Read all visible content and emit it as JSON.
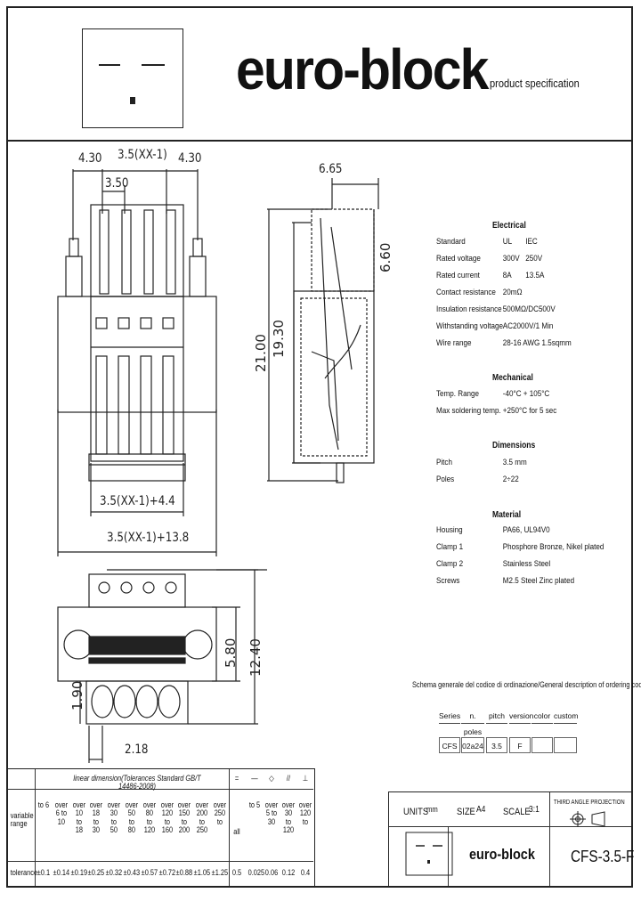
{
  "header": {
    "brand": "euro-block",
    "subtitle": "product specification"
  },
  "dimensions": {
    "top_left": "4.30",
    "top_mid": "3.5(XX-1)",
    "top_right": "4.30",
    "pitch": "3.50",
    "bottom_1": "3.5(XX-1)+4.4",
    "bottom_2": "3.5(XX-1)+13.8",
    "side_width": "6.65",
    "side_height_small": "6.60",
    "side_height_1": "21.00",
    "side_height_2": "19.30",
    "bottom_view_h1": "5.80",
    "bottom_view_h2": "12.40",
    "bottom_view_side": "1.90",
    "bottom_view_pitch": "2.18"
  },
  "specs": {
    "electrical": {
      "title": "Electrical",
      "rows": [
        {
          "label": "Standard",
          "v1": "UL",
          "v2": "IEC"
        },
        {
          "label": "Rated voltage",
          "v1": "300V",
          "v2": "250V"
        },
        {
          "label": "Rated current",
          "v1": "8A",
          "v2": "13.5A"
        },
        {
          "label": "Contact resistance",
          "v1": "20mΩ",
          "v2": ""
        },
        {
          "label": "Insulation resistance",
          "v1": "500MΩ/DC500V",
          "v2": ""
        },
        {
          "label": "Withstanding voltage",
          "v1": "AC2000V/1 Min",
          "v2": ""
        },
        {
          "label": "Wire range",
          "v1": "28-16 AWG 1.5sqmm",
          "v2": ""
        }
      ]
    },
    "mechanical": {
      "title": "Mechanical",
      "rows": [
        {
          "label": "Temp. Range",
          "v1": "-40°C + 105°C"
        },
        {
          "label": "Max soldering temp.",
          "v1": "+250°C for 5 sec"
        }
      ]
    },
    "dimensions": {
      "title": "Dimensions",
      "rows": [
        {
          "label": "Pitch",
          "v1": "3.5 mm"
        },
        {
          "label": "Poles",
          "v1": "2÷22"
        }
      ]
    },
    "material": {
      "title": "Material",
      "rows": [
        {
          "label": "Housing",
          "v1": "PA66, UL94V0"
        },
        {
          "label": "Clamp 1",
          "v1": "Phosphore Bronze, Nikel plated"
        },
        {
          "label": "Clamp 2",
          "v1": "Stainless Steel"
        },
        {
          "label": "Screws",
          "v1": "M2.5 Steel Zinc plated"
        }
      ]
    }
  },
  "ordering": {
    "title": "Schema generale del codice di ordinazione/General description of ordering code",
    "headers": [
      "Series",
      "n. poles",
      "pitch",
      "version",
      "color",
      "custom"
    ],
    "values": [
      "CFS",
      "02a24",
      "3.5",
      "F",
      "",
      ""
    ]
  },
  "tolerance": {
    "title": "linear dimension(Tolerances Standard GB/T 14486-2008)",
    "row_variable": "variable range",
    "row_tolerance": "tolerance",
    "ranges": [
      "to 6",
      "over 6 to 10",
      "over 10 to 18",
      "over 18 to 30",
      "over 30 to 50",
      "over 50 to 80",
      "over 80 to 120",
      "over 120 to 160",
      "over 150 to 200",
      "over 200 to 250",
      "over 250 to"
    ],
    "values": [
      "±0.1",
      "±0.14",
      "±0.19",
      "±0.25",
      "±0.32",
      "±0.43",
      "±0.57",
      "±0.72",
      "±0.88",
      "±1.05",
      "±1.25"
    ],
    "symbols": [
      "=",
      "—",
      "◇",
      "//",
      "⊥"
    ],
    "all_label": "all",
    "geo_ranges": [
      "to 5",
      "over 5 to 30",
      "over 30 to 120",
      "over 120 to"
    ],
    "geo_values": [
      "0.5",
      "0.025",
      "0.06",
      "0.12",
      "0.4"
    ]
  },
  "title_block": {
    "units_label": "UNITS",
    "units": "mm",
    "size_label": "SIZE",
    "size": "A4",
    "scale_label": "SCALE",
    "scale": "3:1",
    "projection": "THIRD ANGLE PROJECTION",
    "brand": "euro-block",
    "part": "CFS-3.5-F"
  }
}
